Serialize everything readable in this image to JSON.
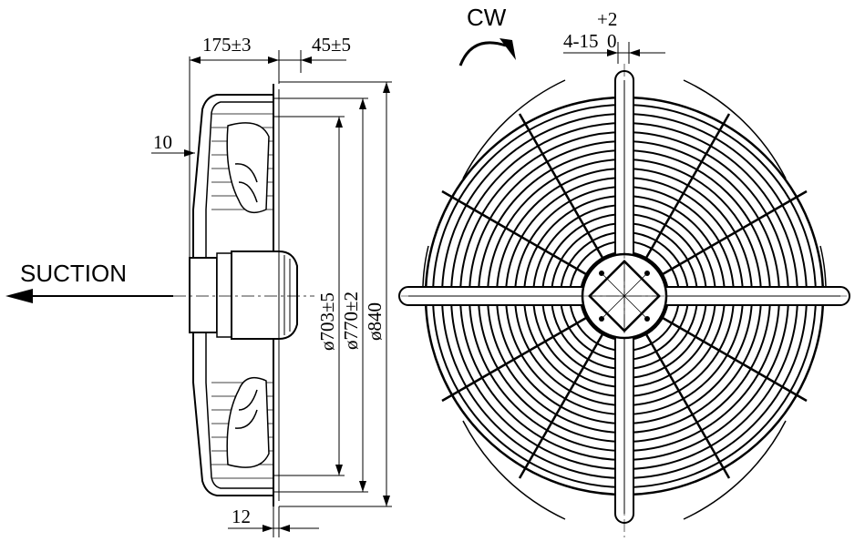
{
  "side_view": {
    "flow_label": "SUCTION",
    "dimensions": {
      "depth": "175±3",
      "offset": "45±5",
      "flange": "10",
      "bottom": "12",
      "impeller_dia": "ø703±5",
      "ring_dia": "ø770±2",
      "overall_dia": "ø840"
    }
  },
  "front_view": {
    "rotation": "CW",
    "holes": "4-15",
    "tol_plus": "+2",
    "tol_zero": "0"
  },
  "colors": {
    "line": "#000000",
    "background": "#ffffff"
  }
}
